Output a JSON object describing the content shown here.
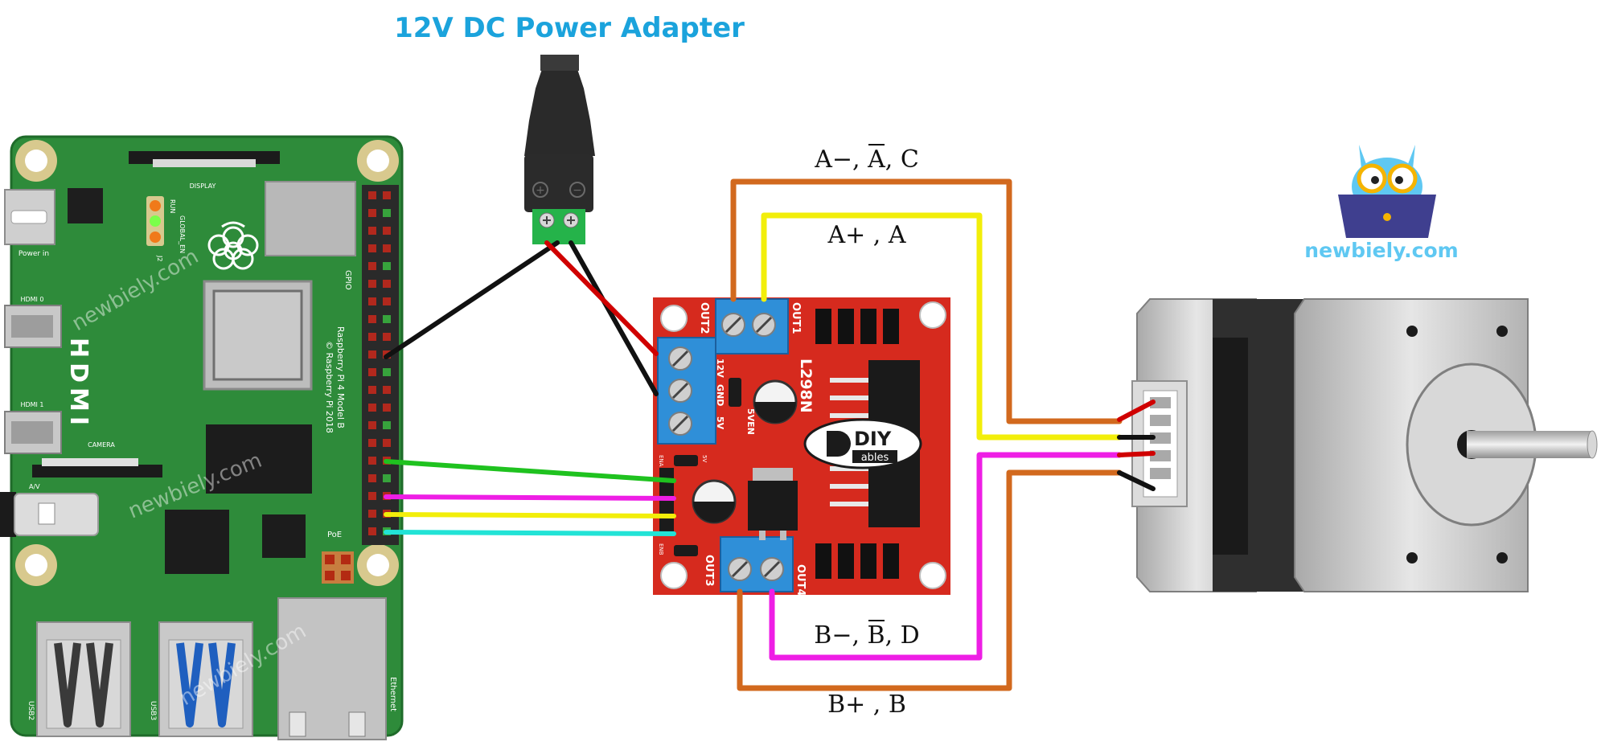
{
  "title": "12V DC Power Adapter",
  "brand": {
    "name": "newbiely.com"
  },
  "watermarks": [
    "newbiely.com",
    "newbiely.com",
    "newbiely.com"
  ],
  "raspberry_pi": {
    "labels": {
      "display": "DISPLAY",
      "power_in": "Power in",
      "hdmi0": "HDMI 0",
      "hdmi1": "HDMI 1",
      "hdmi": "HDMI",
      "camera": "CAMERA",
      "av": "A/V",
      "gpio": "GPIO",
      "model": "Raspberry Pi 4 Model B",
      "copyright": "© Raspberry Pi 2018",
      "poe": "PoE",
      "usb2": "USB2",
      "usb3": "USB3",
      "ethernet": "Ethernet",
      "run": "RUN",
      "global_en": "GLOBAL_EN",
      "j2": "J2"
    }
  },
  "driver": {
    "labels": {
      "out1": "OUT1",
      "out2": "OUT2",
      "out3": "OUT3",
      "out4": "OUT4",
      "chip": "L298N",
      "v12": "12V",
      "gnd": "GND",
      "v5": "5V",
      "v5en": "5VEN",
      "ena": "ENA",
      "enb": "ENB",
      "v5_small": "5V",
      "logo_main": "DIY",
      "logo_sub": "ables"
    }
  },
  "wire_labels": {
    "a_minus": "A−, A, C",
    "a_plus": "A+ , A",
    "b_minus": "B−, B, D",
    "b_plus": "B+ , B"
  },
  "colors": {
    "title": "#1ba3dc",
    "pcb_green": "#2e8b3a",
    "driver_red": "#d62a1e",
    "terminal_blue": "#2f8fd8",
    "wire_orange": "#d2691e",
    "wire_yellow": "#f2ee0a",
    "wire_magenta": "#ee1ee5",
    "wire_green": "#1fc21f",
    "wire_cyan": "#22e3d6",
    "wire_black": "#111111",
    "wire_red": "#d00000"
  }
}
